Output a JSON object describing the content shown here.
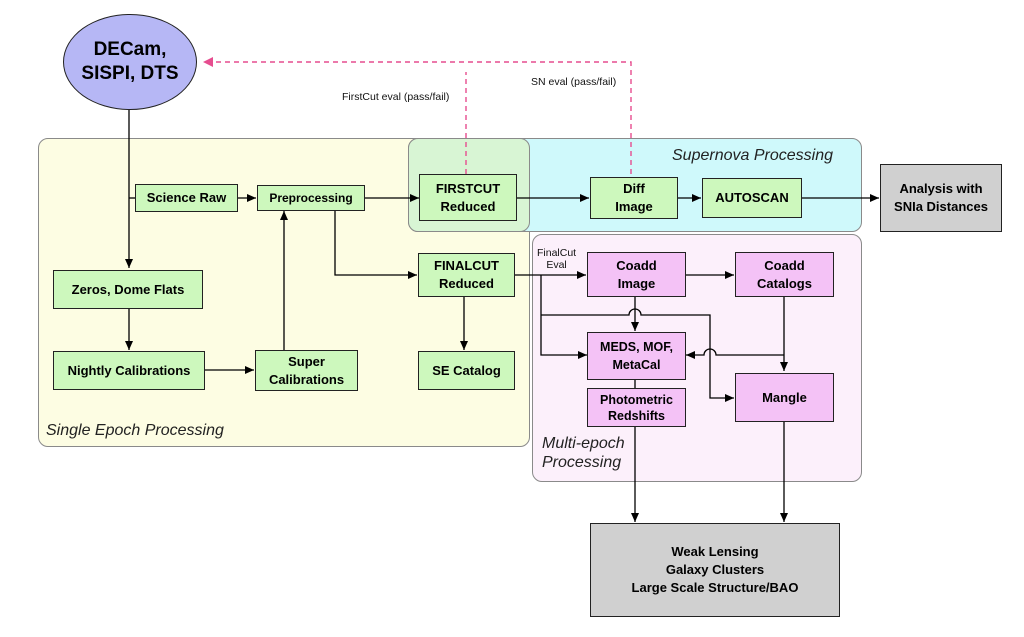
{
  "regions": {
    "single_epoch": "Single Epoch Processing",
    "supernova": "Supernova Processing",
    "multi_epoch": "Multi-epoch\nProcessing"
  },
  "nodes": {
    "decam": "DECam,\nSISPI, DTS",
    "science_raw": "Science Raw",
    "preprocessing": "Preprocessing",
    "firstcut": "FIRSTCUT\nReduced",
    "diff_image": "Diff\nImage",
    "autoscan": "AUTOSCAN",
    "analysis": "Analysis with\nSNIa Distances",
    "zeros": "Zeros, Dome Flats",
    "nightly": "Nightly Calibrations",
    "super_cal": "Super\nCalibrations",
    "finalcut": "FINALCUT\nReduced",
    "se_catalog": "SE Catalog",
    "coadd_image": "Coadd\nImage",
    "coadd_catalogs": "Coadd\nCatalogs",
    "meds": "MEDS, MOF,\nMetaCal",
    "photoz": "Photometric\nRedshifts",
    "mangle": "Mangle",
    "science": "Weak Lensing\nGalaxy Clusters\nLarge Scale Structure/BAO"
  },
  "edge_labels": {
    "firstcut_eval": "FirstCut eval (pass/fail)",
    "sn_eval": "SN eval (pass/fail)",
    "finalcut_eval": "FinalCut\nEval"
  },
  "colors": {
    "green_box": "#cdf8bd",
    "pink_box": "#f4c2f6",
    "grey_box": "#d0d0d0",
    "ellipse": "#b6b7f5",
    "single_epoch_bg": "#fdfde3",
    "supernova_bg": "#cff9fb",
    "multi_epoch_bg": "#fcf0fb",
    "feedback_arrow": "#e64d8f"
  }
}
